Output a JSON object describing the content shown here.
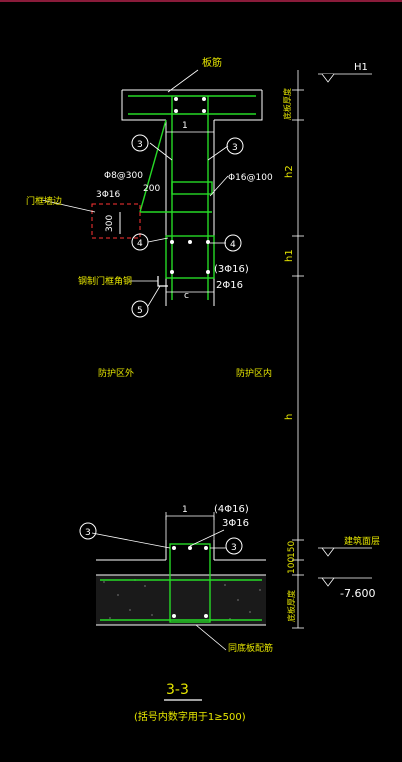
{
  "header": {
    "top_bar_color": "#8a1b3a"
  },
  "colors": {
    "background": "#000000",
    "green": "#26d926",
    "yellow": "#e6e600",
    "white": "#ffffff",
    "cyan": "#33cccc",
    "red": "#ff3333",
    "magenta": "#cc33cc"
  },
  "drawing": {
    "top_slab_label": "板筋",
    "h1_mark": "H1",
    "dim_floor_thickness_top": "底板厚度",
    "dim_h2": "h2",
    "dim_h1": "h1",
    "dim_h": "h",
    "bar_phi8": "Φ8@300",
    "bar_phi16_100": "Φ16@100",
    "dim_200": "200",
    "bar_3phi16_left": "3Φ16",
    "door_frame_label": "门框墙边",
    "dim_300": "300",
    "dim_1_top": "1",
    "circle_3_left_top": "3",
    "circle_3_right_top": "3",
    "circle_4_left": "4",
    "circle_4_right": "4",
    "circle_5": "5",
    "bar_3phi16_paren": "(3Φ16)",
    "bar_2phi16": "2Φ16",
    "dim_c": "c",
    "steel_door_label": "钢制门框角钢",
    "zone_outside": "防护区外",
    "zone_inside": "防护区内",
    "dim_1_bottom": "1",
    "bar_4phi16_paren": "(4Φ16)",
    "bar_3phi16_bottom": "3Φ16",
    "circle_3_left_bottom": "3",
    "circle_3_right_bottom": "3",
    "dim_150": "150",
    "dim_100": "100",
    "dim_floor_thickness_bottom": "底板厚度",
    "finish_label": "建筑面层",
    "elev_value": "-7.600",
    "base_rebar_label": "同底板配筋",
    "section_title": "3-3",
    "section_note": "(括号内数字用于1≥500)"
  }
}
